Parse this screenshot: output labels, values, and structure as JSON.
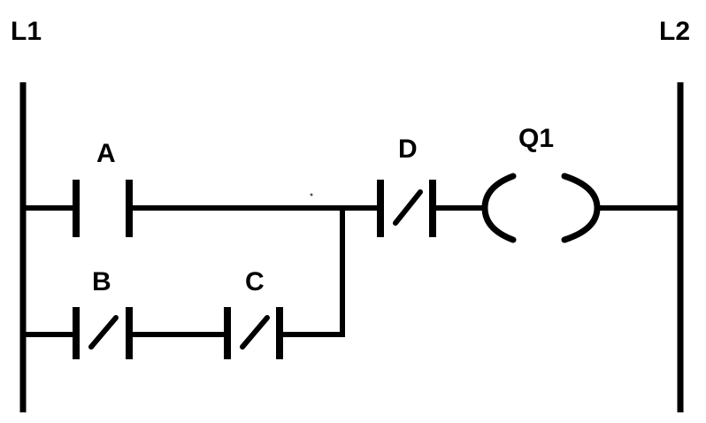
{
  "rails": {
    "left": "L1",
    "right": "L2"
  },
  "contacts": [
    {
      "label": "A",
      "type": "normally-open"
    },
    {
      "label": "B",
      "type": "normally-closed"
    },
    {
      "label": "C",
      "type": "normally-closed"
    },
    {
      "label": "D",
      "type": "normally-closed"
    }
  ],
  "coil": {
    "label": "Q1"
  },
  "colors": {
    "line": "#000000",
    "background": "#ffffff"
  }
}
